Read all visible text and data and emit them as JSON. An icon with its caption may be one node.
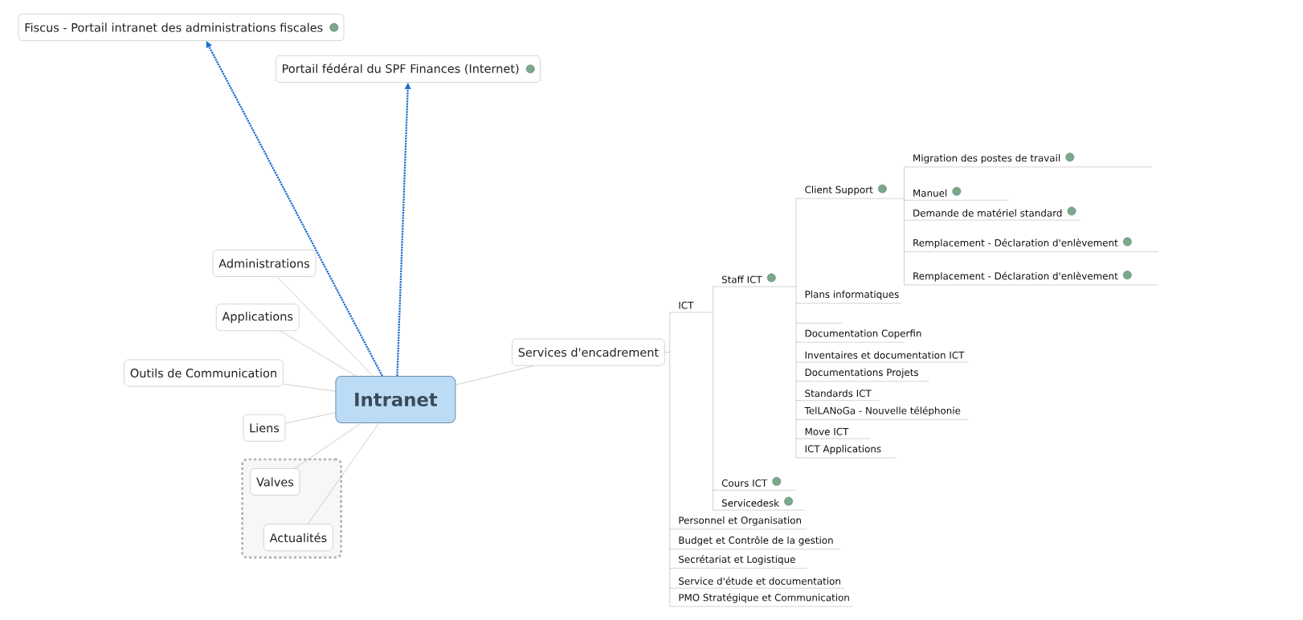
{
  "diagram": {
    "nodes": [
      {
        "text": [
          "Fiscus - Portail intranet des administrations fiscales"
        ]
      },
      {
        "text": [
          "Portail fédéral du SPF Finances (Internet)"
        ]
      },
      {
        "text": [
          "Intranet"
        ]
      },
      {
        "text": [
          "Administrations"
        ]
      },
      {
        "text": [
          "Applications"
        ]
      },
      {
        "text": [
          "Outils de Communication"
        ]
      },
      {
        "text": [
          "Liens"
        ]
      },
      {
        "text": [],
        "shape": "box"
      },
      {
        "text": [
          "Valves"
        ],
        "in": 7
      },
      {
        "text": [
          "Actualités"
        ],
        "in": 7
      },
      {
        "text": [
          "Services d'encadrement"
        ]
      },
      {
        "text": [
          "ICT"
        ]
      },
      {
        "text": [
          "Staff ICT"
        ]
      },
      {
        "text": [
          "Client Support"
        ]
      },
      {
        "text": [
          "Migration des postes de travail"
        ]
      },
      {
        "text": [
          "Manuel"
        ]
      },
      {
        "text": [
          "Demande de matériel standard"
        ]
      },
      {
        "text": [
          "Remplacement - Déclaration d'enlèvement"
        ]
      },
      {
        "text": [
          "Remplacement - Déclaration d'enlèvement"
        ]
      },
      {
        "text": [
          "Plans informatiques"
        ]
      },
      {
        "text": [],
        "shape": "line"
      },
      {
        "text": [
          "Documentation Coperfin"
        ]
      },
      {
        "text": [
          "Inventaires et documentation ICT"
        ]
      },
      {
        "text": [
          "Documentations Projets"
        ]
      },
      {
        "text": [
          "Standards ICT"
        ]
      },
      {
        "text": [
          "TelLANoGa - Nouvelle téléphonie"
        ]
      },
      {
        "text": [
          "Move ICT"
        ]
      },
      {
        "text": [
          "ICT Applications"
        ]
      },
      {
        "text": [
          "Cours ICT"
        ]
      },
      {
        "text": [
          "Servicedesk"
        ]
      },
      {
        "text": [
          "Personnel et Organisation"
        ]
      },
      {
        "text": [
          "Budget et Contrôle de la gestion"
        ]
      },
      {
        "text": [
          "Secrétariat et Logistique"
        ]
      },
      {
        "text": [
          "Service d'étude et documentation"
        ]
      },
      {
        "text": [
          "PMO Stratégique et Communication"
        ]
      }
    ],
    "edges": [
      {
        "from": 2,
        "to": 0,
        "arrow": "to",
        "style": "dashed",
        "color": "#1b6fd1"
      },
      {
        "from": 2,
        "to": 1,
        "arrow": "to",
        "style": "dashed",
        "color": "#1b6fd1"
      },
      {
        "from": 2,
        "to": 3,
        "arrow": "none"
      },
      {
        "from": 2,
        "to": 4,
        "arrow": "none"
      },
      {
        "from": 2,
        "to": 5,
        "arrow": "none"
      },
      {
        "from": 2,
        "to": 6,
        "arrow": "none"
      },
      {
        "from": 2,
        "to": 8,
        "arrow": "none"
      },
      {
        "from": 2,
        "to": 9,
        "arrow": "none"
      },
      {
        "from": 2,
        "to": 10,
        "arrow": "none"
      },
      {
        "from": 10,
        "to": 11,
        "arrow": "none"
      },
      {
        "from": 11,
        "to": 12,
        "arrow": "none"
      },
      {
        "from": 12,
        "to": 13,
        "arrow": "none"
      },
      {
        "from": 13,
        "to": 14,
        "arrow": "none"
      },
      {
        "from": 13,
        "to": 15,
        "arrow": "none"
      },
      {
        "from": 13,
        "to": 16,
        "arrow": "none"
      },
      {
        "from": 13,
        "to": 17,
        "arrow": "none"
      },
      {
        "from": 13,
        "to": 18,
        "arrow": "none"
      },
      {
        "from": 12,
        "to": 19,
        "arrow": "none"
      },
      {
        "from": 12,
        "to": 20,
        "arrow": "none"
      },
      {
        "from": 12,
        "to": 21,
        "arrow": "none"
      },
      {
        "from": 12,
        "to": 22,
        "arrow": "none"
      },
      {
        "from": 12,
        "to": 23,
        "arrow": "none"
      },
      {
        "from": 12,
        "to": 24,
        "arrow": "none"
      },
      {
        "from": 12,
        "to": 25,
        "arrow": "none"
      },
      {
        "from": 12,
        "to": 26,
        "arrow": "none"
      },
      {
        "from": 12,
        "to": 27,
        "arrow": "none"
      },
      {
        "from": 11,
        "to": 28,
        "arrow": "none"
      },
      {
        "from": 11,
        "to": 29,
        "arrow": "none"
      },
      {
        "from": 10,
        "to": 30,
        "arrow": "none"
      },
      {
        "from": 10,
        "to": 31,
        "arrow": "none"
      },
      {
        "from": 10,
        "to": 32,
        "arrow": "none"
      },
      {
        "from": 10,
        "to": 33,
        "arrow": "none"
      },
      {
        "from": 10,
        "to": 34,
        "arrow": "none"
      }
    ]
  }
}
